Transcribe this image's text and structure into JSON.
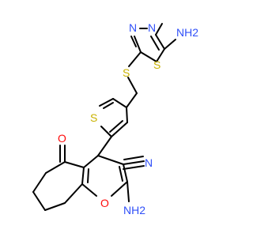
{
  "colors": {
    "carbon": "#000000",
    "nitrogen": "#3050F8",
    "oxygen": "#FF0D0D",
    "sulfur": "#C9B200"
  },
  "atoms": {
    "amine_nh2_top": "NH2",
    "thiadiazole_n1": "N",
    "thiadiazole_n2": "N",
    "thiadiazole_s": "S",
    "thioether_s": "S",
    "thiophene_s": "S",
    "carbonyl_o": "O",
    "nitrile_n": "N",
    "amine_nh2_bottom": "NH2",
    "pyran_o": "O"
  }
}
